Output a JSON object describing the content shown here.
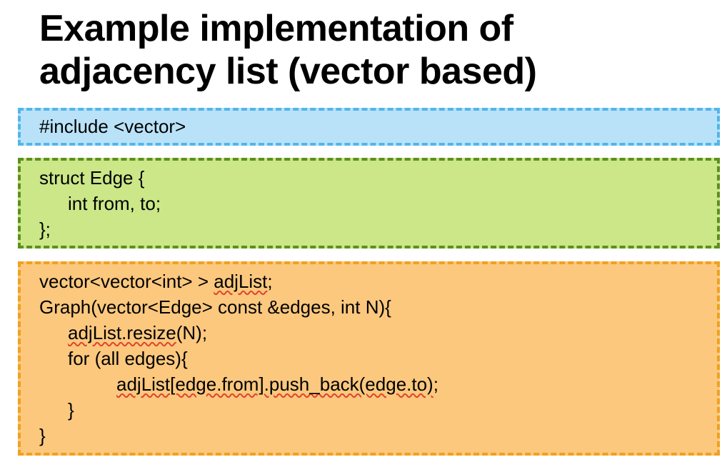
{
  "title": {
    "line1": "Example implementation of",
    "line2": "adjacency list (vector based)"
  },
  "colors": {
    "blue_fill": "#B9E2F8",
    "blue_border": "#52B6E9",
    "green_fill": "#CBE788",
    "green_border": "#5E8F1F",
    "orange_fill": "#FBC87E",
    "orange_border": "#F0A11E",
    "squiggle_red": "#E0442C",
    "text": "#000000",
    "background": "#FFFFFF"
  },
  "include_box": {
    "line1": "#include <vector>"
  },
  "struct_box": {
    "line1": "struct Edge {",
    "line2": "int from, to;",
    "line3": "};"
  },
  "graph_box": {
    "line1": {
      "pre": "vector<vector<int> > ",
      "misspelled": "adjList",
      "post": ";"
    },
    "line2": "Graph(vector<Edge> const &edges, int N){",
    "line3": {
      "misspelled": "adjList.resize",
      "post": "(N);"
    },
    "line4": "for (all edges){",
    "line5": {
      "misspelled": "adjList[edge.from].push_back(edge.to)",
      "post": ";"
    },
    "line6": "}",
    "line7": "}"
  }
}
